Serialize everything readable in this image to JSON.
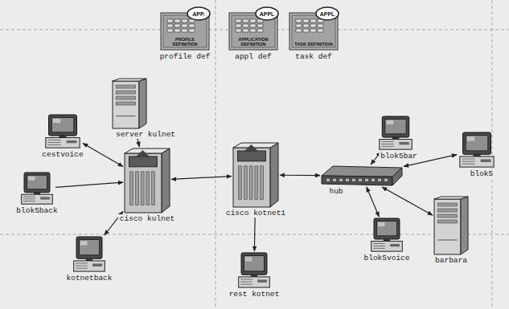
{
  "diagram": {
    "nodes": [
      {
        "text": [
          "APP.",
          "PROFILE DEFINITION",
          "profile def"
        ]
      },
      {
        "text": [
          "APPL",
          "APPLICATION DEFINITION",
          "appl def"
        ]
      },
      {
        "text": [
          "APPL",
          "TASK DEFINITION",
          "task def"
        ]
      },
      {
        "text": [
          "server kulnet"
        ]
      },
      {
        "text": [
          "blok5bar"
        ]
      },
      {
        "text": [
          "cestvoice"
        ]
      },
      {
        "text": [
          "blok5"
        ]
      },
      {
        "text": [
          "cisco kotnet1"
        ]
      },
      {
        "text": [
          "hub"
        ]
      },
      {
        "text": [
          "cisco kulnet"
        ]
      },
      {
        "text": [
          "blok5back"
        ]
      },
      {
        "text": [
          "barbara"
        ]
      },
      {
        "text": [
          "kotnetback"
        ]
      },
      {
        "text": [
          "blok5voice"
        ]
      },
      {
        "text": [
          "rest kotnet"
        ]
      }
    ],
    "edges": [
      {
        "from": 5,
        "to": 9,
        "arrow": "both"
      },
      {
        "from": 3,
        "to": 9,
        "arrow": "both"
      },
      {
        "from": 10,
        "to": 9,
        "arrow": "to"
      },
      {
        "from": 12,
        "to": 9,
        "arrow": "both"
      },
      {
        "from": 9,
        "to": 7,
        "arrow": "both"
      },
      {
        "from": 14,
        "to": 7,
        "arrow": "both"
      },
      {
        "from": 7,
        "to": 8,
        "arrow": "both"
      },
      {
        "from": 8,
        "to": 4,
        "arrow": "both"
      },
      {
        "from": 8,
        "to": 6,
        "arrow": "both"
      },
      {
        "from": 8,
        "to": 11,
        "arrow": "both"
      },
      {
        "from": 8,
        "to": 13,
        "arrow": "both"
      }
    ]
  }
}
